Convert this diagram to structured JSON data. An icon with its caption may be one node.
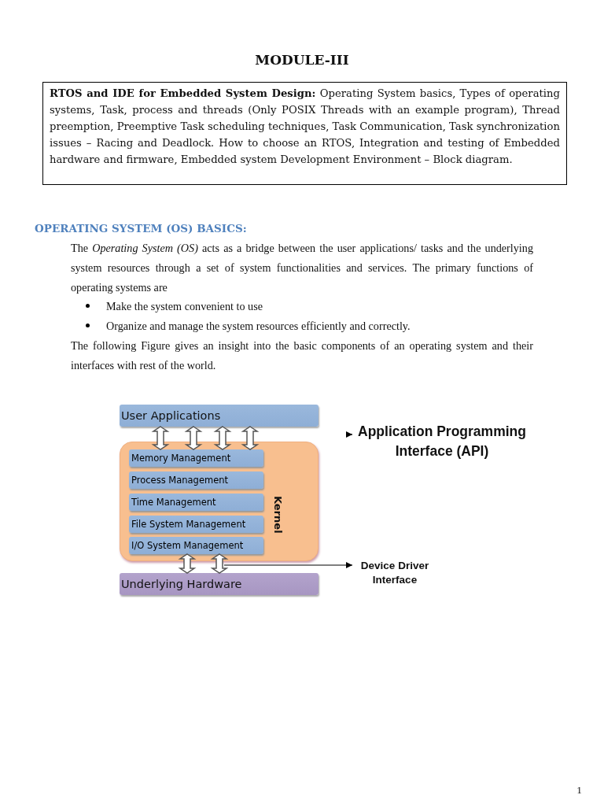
{
  "diagram": {
    "title": "MODULE-III",
    "nodes": [
      {
        "text": [
          "**RTOS and IDE for Embedded System Design:** Operating System basics, Types of operating systems, Task, process and threads (Only POSIX Threads with an example program), Thread preemption, Preemptive Task scheduling techniques, Task Communication, Task synchronization issues – Racing and Deadlock. How to choose an RTOS, Integration and testing of Embedded hardware and firmware, Embedded system Development Environment – Block diagram."
        ]
      },
      {
        "text": [
          "User Applications"
        ]
      },
      {
        "text": [
          "Kernel"
        ]
      },
      {
        "text": [
          "Memory Management"
        ],
        "in": 2
      },
      {
        "text": [
          "Process Management"
        ],
        "in": 2
      },
      {
        "text": [
          "Time Management"
        ],
        "in": 2
      },
      {
        "text": [
          "File System Management"
        ],
        "in": 2
      },
      {
        "text": [
          "I/O System Management"
        ],
        "in": 2
      },
      {
        "text": [
          "Underlying Hardware"
        ]
      },
      {
        "text": [
          "Application Programming Interface (API)"
        ]
      },
      {
        "text": [
          "Device Driver Interface"
        ]
      }
    ],
    "edges": [
      {
        "from": 1,
        "to": 3,
        "arrow": "both",
        "style": "thick"
      },
      {
        "from": 1,
        "to": 3,
        "arrow": "both",
        "style": "thick"
      },
      {
        "from": 1,
        "to": 3,
        "arrow": "both",
        "style": "thick"
      },
      {
        "from": 1,
        "to": 3,
        "arrow": "both",
        "style": "thick"
      },
      {
        "from": 7,
        "to": 8,
        "arrow": "both",
        "style": "thick"
      },
      {
        "from": 7,
        "to": 8,
        "arrow": "both",
        "style": "thick"
      },
      {
        "from": null,
        "to": 9,
        "arrow": "to"
      },
      {
        "from": 2,
        "to": 10,
        "arrow": "to"
      }
    ],
    "labels": [
      "OPERATING SYSTEM (OS) BASICS:",
      "The *Operating System (OS)* acts as a bridge between the user applications/ tasks and the underlying system resources through a set of system functionalities and services. The primary functions of operating systems are",
      "Make the system convenient to use",
      "Organize and manage the system resources efficiently and correctly.",
      "The following Figure gives an insight into the basic components of an operating system and their interfaces with rest of the world.",
      "1"
    ]
  }
}
